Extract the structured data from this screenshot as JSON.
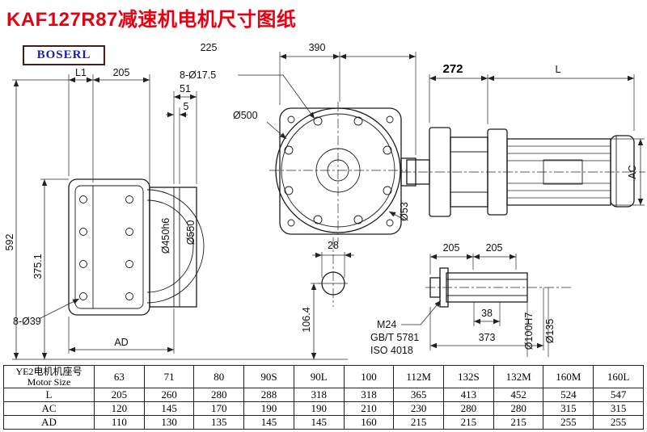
{
  "page": {
    "title": "KAF127R87减速机电机尺寸图纸",
    "logo_text": "BOSERL",
    "title_color": "#e60012",
    "logo_color": "#1a1ab0",
    "logo_border": "#4a1a1a",
    "line_color": "#1b1b1b",
    "background": "#ffffff"
  },
  "left_view": {
    "dim_L1": "L1",
    "dim_205": "205",
    "dim_51": "51",
    "dim_5": "5",
    "dim_592": "592",
    "dim_375": "375.1",
    "dim_8d39": "8-Ø39",
    "dim_AD": "AD",
    "dim_d450": "Ø450h6",
    "dim_d550": "Ø550"
  },
  "front_view": {
    "dim_225": "225",
    "dim_390": "390",
    "dim_8d175": "8-Ø17.5",
    "dim_d500": "Ø500",
    "dim_d53": "Ø53",
    "dim_28": "28",
    "dim_1064": "106.4"
  },
  "side_view": {
    "dim_272": "272",
    "dim_L": "L",
    "dim_AC": "AC"
  },
  "shaft_detail": {
    "dim_205a": "205",
    "dim_205b": "205",
    "dim_38": "38",
    "dim_373": "373",
    "label_M24": "M24",
    "label_gbt": "GB/T 5781",
    "label_iso": "ISO 4018",
    "dim_d100": "Ø100H7",
    "dim_d135": "Ø135"
  },
  "table": {
    "header_line1": "YE2电机机座号",
    "header_line2": "Motor Size",
    "sizes": [
      "63",
      "71",
      "80",
      "90S",
      "90L",
      "100",
      "112M",
      "132S",
      "132M",
      "160M",
      "160L"
    ],
    "rows": [
      {
        "label": "L",
        "values": [
          "205",
          "260",
          "280",
          "288",
          "318",
          "318",
          "365",
          "413",
          "452",
          "524",
          "547"
        ]
      },
      {
        "label": "AC",
        "values": [
          "120",
          "145",
          "170",
          "190",
          "190",
          "210",
          "230",
          "280",
          "280",
          "315",
          "315"
        ]
      },
      {
        "label": "AD",
        "values": [
          "110",
          "130",
          "135",
          "145",
          "145",
          "160",
          "215",
          "215",
          "215",
          "255",
          "255"
        ]
      }
    ]
  }
}
